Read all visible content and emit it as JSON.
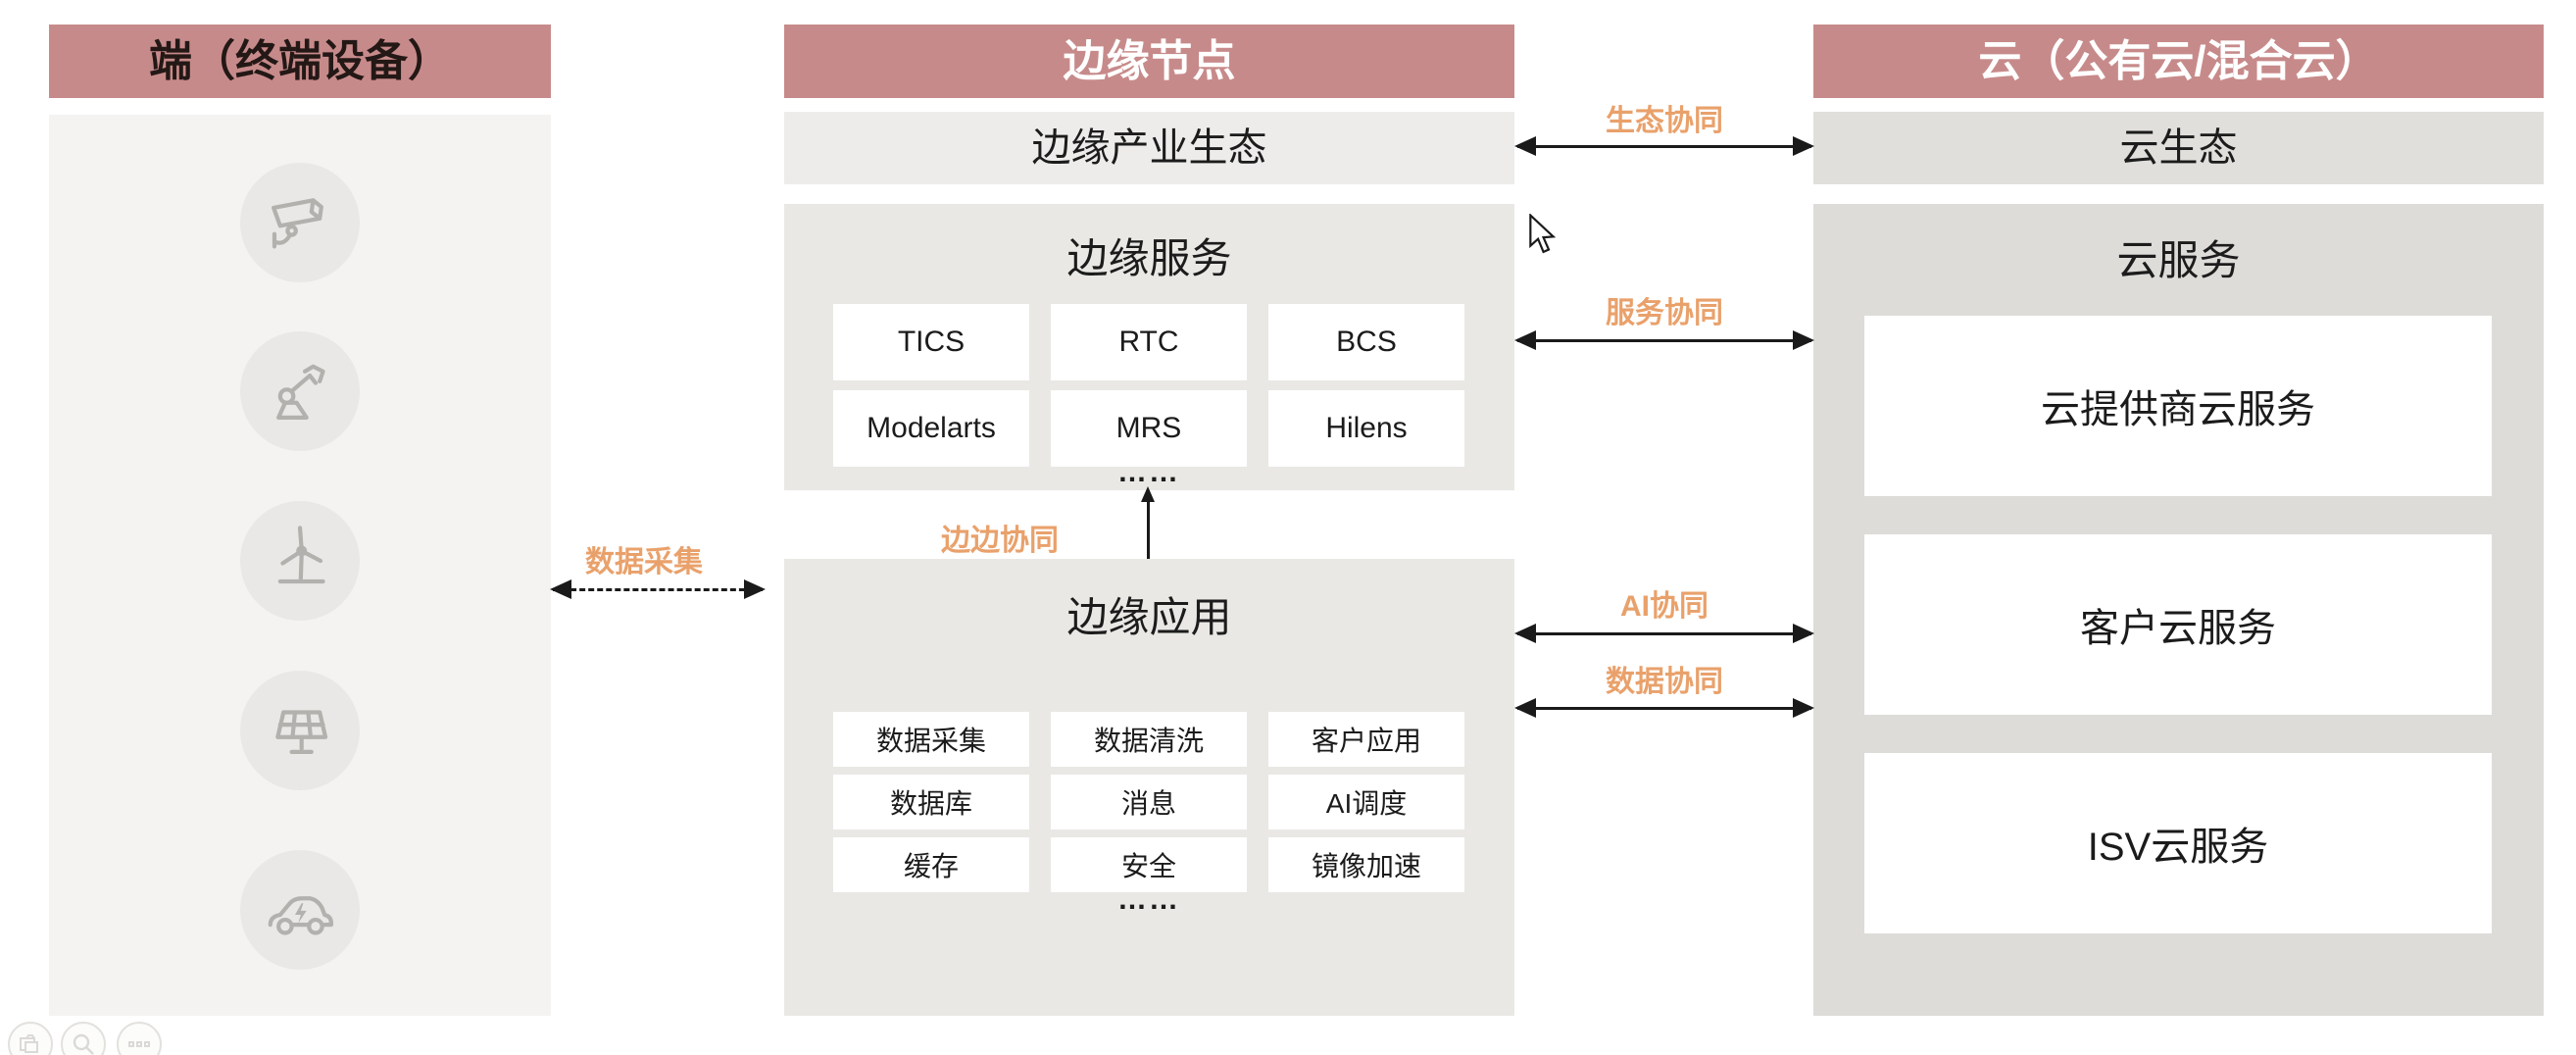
{
  "diagram": {
    "device_column": {
      "title": "端（终端设备）",
      "icons": [
        {
          "name": "cctv-camera-icon"
        },
        {
          "name": "robot-arm-icon"
        },
        {
          "name": "wind-turbine-icon"
        },
        {
          "name": "solar-panel-icon"
        },
        {
          "name": "electric-car-icon"
        }
      ]
    },
    "edge_column": {
      "title": "边缘节点",
      "ecosystem_bar": "边缘产业生态",
      "edge_service": {
        "title": "边缘服务",
        "boxes": [
          "TICS",
          "RTC",
          "BCS",
          "Modelarts",
          "MRS",
          "Hilens"
        ],
        "ellipsis": "……"
      },
      "edge_app": {
        "title": "边缘应用",
        "boxes": [
          "数据采集",
          "数据清洗",
          "客户应用",
          "数据库",
          "消息",
          "AI调度",
          "缓存",
          "安全",
          "镜像加速"
        ],
        "ellipsis": "……"
      }
    },
    "cloud_column": {
      "title": "云（公有云/混合云）",
      "ecosystem_bar": "云生态",
      "cloud_service": {
        "title": "云服务",
        "boxes": [
          "云提供商云服务",
          "客户云服务",
          "ISV云服务"
        ]
      }
    },
    "connectors": {
      "data_collection": "数据采集",
      "edge_edge": "边边协同",
      "ecosystem": "生态协同",
      "service": "服务协同",
      "ai": "AI协同",
      "data": "数据协同"
    },
    "colors": {
      "header_pink": "#c78a8a",
      "orange_label": "#e9a16b",
      "device_panel_gray": "#f4f3f1",
      "edge_panel_gray": "#e9e8e5",
      "cloud_panel_gray": "#dddcd9",
      "arrow_black": "#1a1a1a"
    }
  },
  "overlay": {
    "tools": [
      {
        "name": "screenshot-tool"
      },
      {
        "name": "magnifier-tool"
      },
      {
        "name": "more-tools"
      }
    ]
  }
}
